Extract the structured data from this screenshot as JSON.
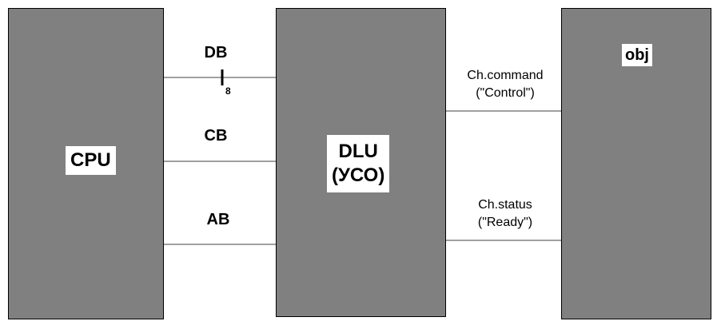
{
  "blocks": {
    "cpu": {
      "label": "CPU"
    },
    "dlu": {
      "label_line1": "DLU",
      "label_line2": "(УСО)"
    },
    "obj": {
      "label": "obj"
    }
  },
  "buses": {
    "db": {
      "label": "DB",
      "width": "8"
    },
    "cb": {
      "label": "CB"
    },
    "ab": {
      "label": "AB"
    }
  },
  "channels": {
    "command": {
      "line1": "Ch.command",
      "line2": "(\"Control\")"
    },
    "status": {
      "line1": "Ch.status",
      "line2": "(\"Ready\")"
    }
  },
  "colors": {
    "block_fill": "#808080",
    "line": "#a0a0a0",
    "text": "#000000"
  }
}
